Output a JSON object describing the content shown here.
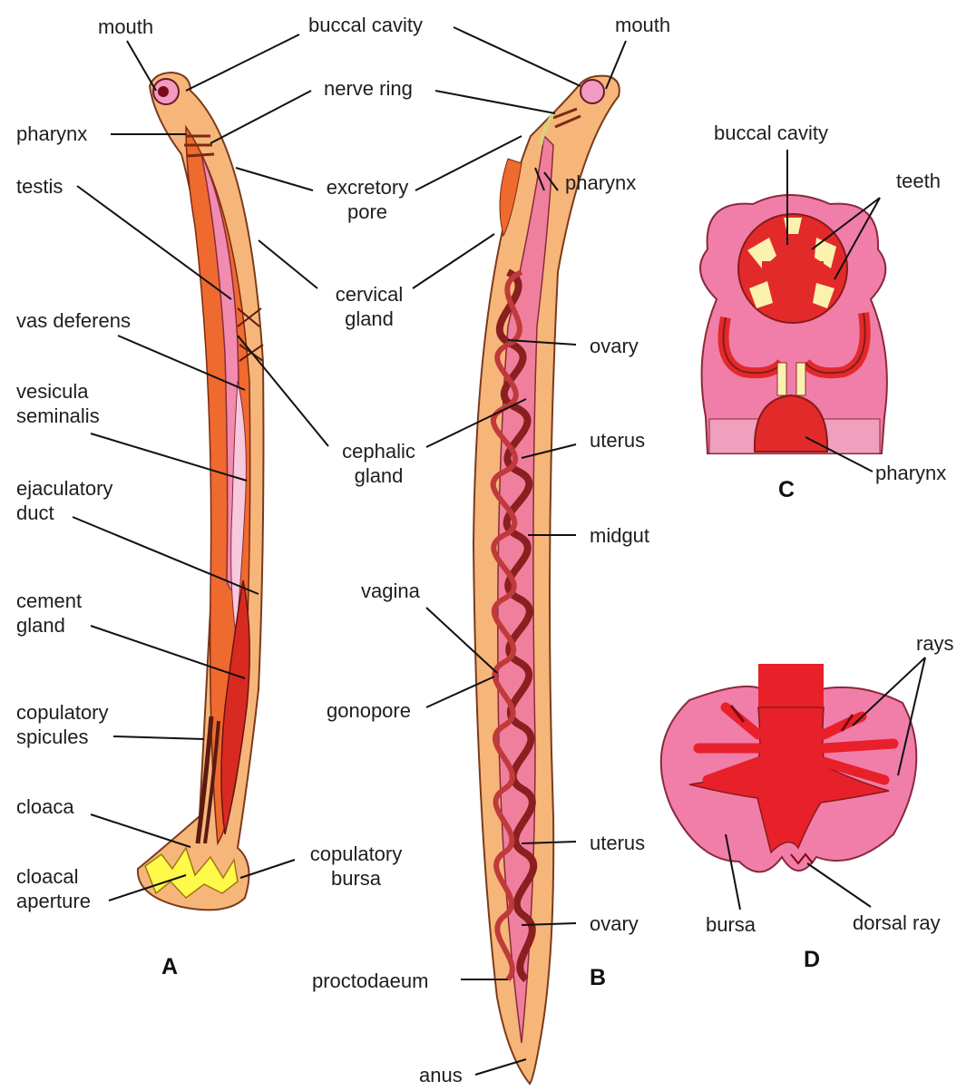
{
  "labels": {
    "a_mouth": "mouth",
    "buccal_cavity": "buccal cavity",
    "b_mouth": "mouth",
    "nerve_ring": "nerve ring",
    "a_pharynx": "pharynx",
    "b_pharynx": "pharynx",
    "testis": "testis",
    "excretory_pore": "excretory\npore",
    "cervical_gland": "cervical\ngland",
    "vas_deferens": "vas deferens",
    "vesicula_seminalis": "vesicula\nseminalis",
    "ovary_upper": "ovary",
    "cephalic_gland": "cephalic\ngland",
    "uterus_upper": "uterus",
    "ejaculatory_duct": "ejaculatory\nduct",
    "midgut": "midgut",
    "cement_gland": "cement\ngland",
    "vagina": "vagina",
    "gonopore": "gonopore",
    "copulatory_spicules": "copulatory\nspicules",
    "cloaca": "cloaca",
    "cloacal_aperture": "cloacal\naperture",
    "copulatory_bursa": "copulatory\nbursa",
    "uterus_lower": "uterus",
    "ovary_lower": "ovary",
    "proctodaeum": "proctodaeum",
    "anus": "anus",
    "c_buccal_cavity": "buccal cavity",
    "teeth": "teeth",
    "c_pharynx": "pharynx",
    "rays": "rays",
    "bursa": "bursa",
    "dorsal_ray": "dorsal ray"
  },
  "figures": {
    "a": "A",
    "b": "B",
    "c": "C",
    "d": "D"
  }
}
